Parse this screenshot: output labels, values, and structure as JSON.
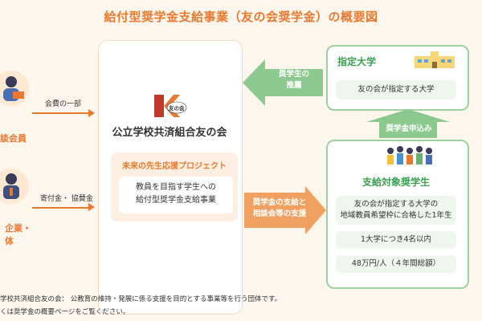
{
  "title": "給付型奨学金支給事業（友の会奨学金）の概要図",
  "left": {
    "member_label": "談会員",
    "member_fee": "会費の一部",
    "corp_label_1": "企業・",
    "corp_label_2": "体",
    "corp_fee": "寄付金・ 協賛金"
  },
  "center": {
    "logo_text": "友の会",
    "org_name": "公立学校共済組合友の会",
    "project_title": "未来の先生応援プロジェクト",
    "project_line1": "教員を目指す学生への",
    "project_line2": "給付型奨学金支給事業"
  },
  "arrows": {
    "recommend_1": "奨学生の",
    "recommend_2": "推薦",
    "apply": "奨学金申込み",
    "support_1": "奨学金の支給と",
    "support_2": "相談会等の支援"
  },
  "univ": {
    "title": "指定大学",
    "desc": "友の会が指定する大学"
  },
  "students": {
    "title": "支給対象奨学生",
    "item1_line1": "友の会が指定する大学の",
    "item1_line2": "地域教員希望枠に合格した1年生",
    "item2": "1大学につき4名以内",
    "item3": "48万円/人（４年間総額）"
  },
  "footnotes": {
    "line1": "学校共済組合友の会：  公教育の維持・発展に係る支援を目的とする事業等を行う団体です。",
    "line2": "くは奨学金の概要ページをご覧ください。"
  },
  "colors": {
    "orange": "#e8792f",
    "green": "#3c9f51",
    "green_light": "#9ed0a0",
    "background": "#fdf6ed"
  }
}
